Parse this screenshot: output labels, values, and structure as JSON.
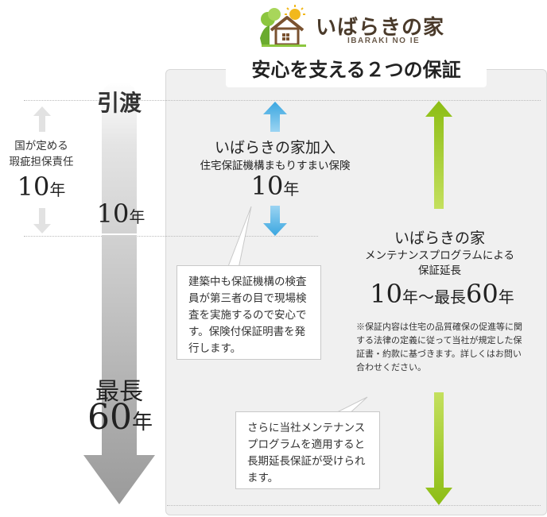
{
  "logo": {
    "name": "いばらきの家",
    "roman": "IBARAKI NO IE"
  },
  "panel": {
    "title": "安心を支える２つの保証"
  },
  "timeline": {
    "start": "引渡",
    "mid_num": "10",
    "mid_unit": "年",
    "end_label": "最長",
    "end_num": "60",
    "end_unit": "年"
  },
  "law": {
    "line1": "国が定める",
    "line2": "瑕疵担保責任",
    "num": "10",
    "unit": "年"
  },
  "guarantee1": {
    "title": "いばらきの家加入",
    "subtitle": "住宅保証機構まもりすまい保険",
    "num": "10",
    "unit": "年",
    "callout": "建築中も保証機構の検査員が第三者の目で現場検査を実施するので安心です。保険付保証明書を発行します。"
  },
  "guarantee2": {
    "title": "いばらきの家",
    "subtitle1": "メンテナンスプログラムによる",
    "subtitle2": "保証延長",
    "num1": "10",
    "unit1": "年",
    "tilde": "～最長",
    "num2": "60",
    "unit2": "年",
    "note": "※保証内容は住宅の品質確保の促進等に関する法律の定義に従って当社が規定した保証書・約款に基づきます。詳しくはお問い合わせください。",
    "callout": "さらに当社メンテナンスプログラムを適用すると長期延長保証が受けられます。"
  },
  "colors": {
    "blue_arrow": "#3aa6e0",
    "green_arrow": "#9cc41e",
    "gray_arrow": "#a8a8a8",
    "sun": "#f2b81c",
    "leaf": "#8cc63f",
    "house": "#7a5230"
  }
}
